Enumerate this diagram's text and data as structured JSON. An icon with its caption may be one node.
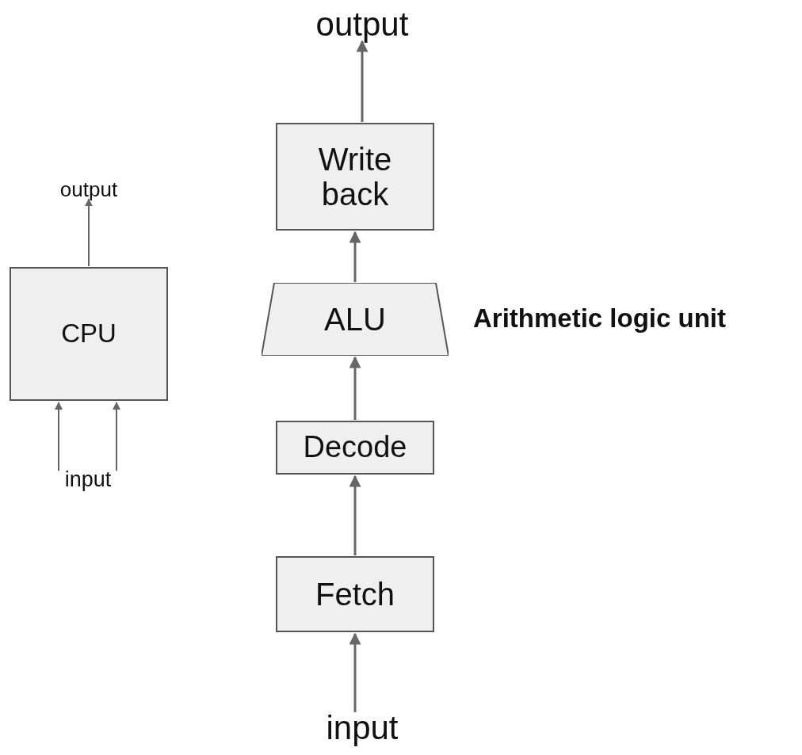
{
  "diagram": {
    "nodes": [
      {
        "text": [
          "CPU"
        ]
      },
      {
        "text": [
          "output"
        ]
      },
      {
        "text": [
          "input"
        ]
      },
      {
        "text": [
          "Fetch"
        ]
      },
      {
        "text": [
          "Decode"
        ]
      },
      {
        "text": [
          "ALU"
        ],
        "beside": [
          "Arithmetic logic unit"
        ]
      },
      {
        "text": [
          "Write back"
        ]
      },
      {
        "text": [
          "output"
        ]
      },
      {
        "text": [
          "input"
        ]
      }
    ],
    "edges": [
      {
        "from": 0,
        "to": 1,
        "arrow": "to"
      },
      {
        "from": 2,
        "to": 0,
        "arrow": "to"
      },
      {
        "from": 2,
        "to": 0,
        "arrow": "to"
      },
      {
        "from": 8,
        "to": 3,
        "arrow": "to"
      },
      {
        "from": 3,
        "to": 4,
        "arrow": "to"
      },
      {
        "from": 4,
        "to": 5,
        "arrow": "to"
      },
      {
        "from": 5,
        "to": 6,
        "arrow": "to"
      },
      {
        "from": 6,
        "to": 7,
        "arrow": "to"
      }
    ]
  }
}
